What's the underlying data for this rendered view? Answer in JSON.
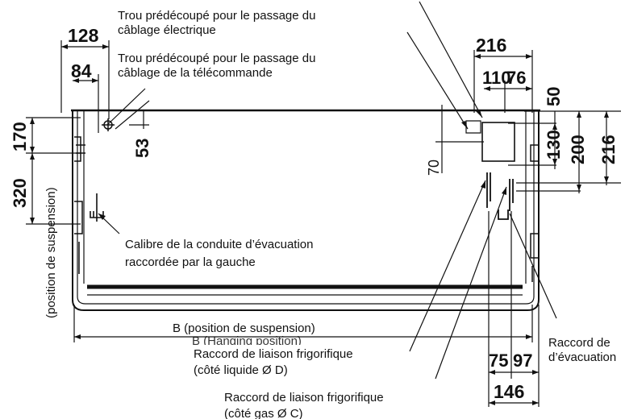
{
  "dimensions": {
    "d128": "128",
    "d84": "84",
    "d53": "53",
    "d170": "170",
    "d320": "320",
    "d216_top": "216",
    "d110": "110",
    "d76": "76",
    "d50": "50",
    "d130": "130",
    "d200": "200",
    "d216_right": "216",
    "d70": "70",
    "d75": "75",
    "d97": "97",
    "d146": "146"
  },
  "labels": {
    "elec_hole_1": "Trou prédécoupé pour le passage du",
    "elec_hole_2": "câblage électrique",
    "remote_hole_1": "Trou prédécoupé pour le passage du",
    "remote_hole_2": "câblage  de la télécommande",
    "drain_left_1": "Calibre de la conduite d’évacuation",
    "drain_left_2": "raccordée par la gauche",
    "suspension_vertical": "(position de suspension)",
    "suspension_b": "B (position de suspension)",
    "suspension_b_ghost": "B (Hanging position)",
    "liquid_1": "Raccord de liaison frigorifique",
    "liquid_2": "(côté liquide Ø D)",
    "gas_1": "Raccord de liaison frigorifique",
    "gas_2": "(côté gas Ø C)",
    "drain_right_1": "Raccord de",
    "drain_right_2": "d’évacuation"
  }
}
